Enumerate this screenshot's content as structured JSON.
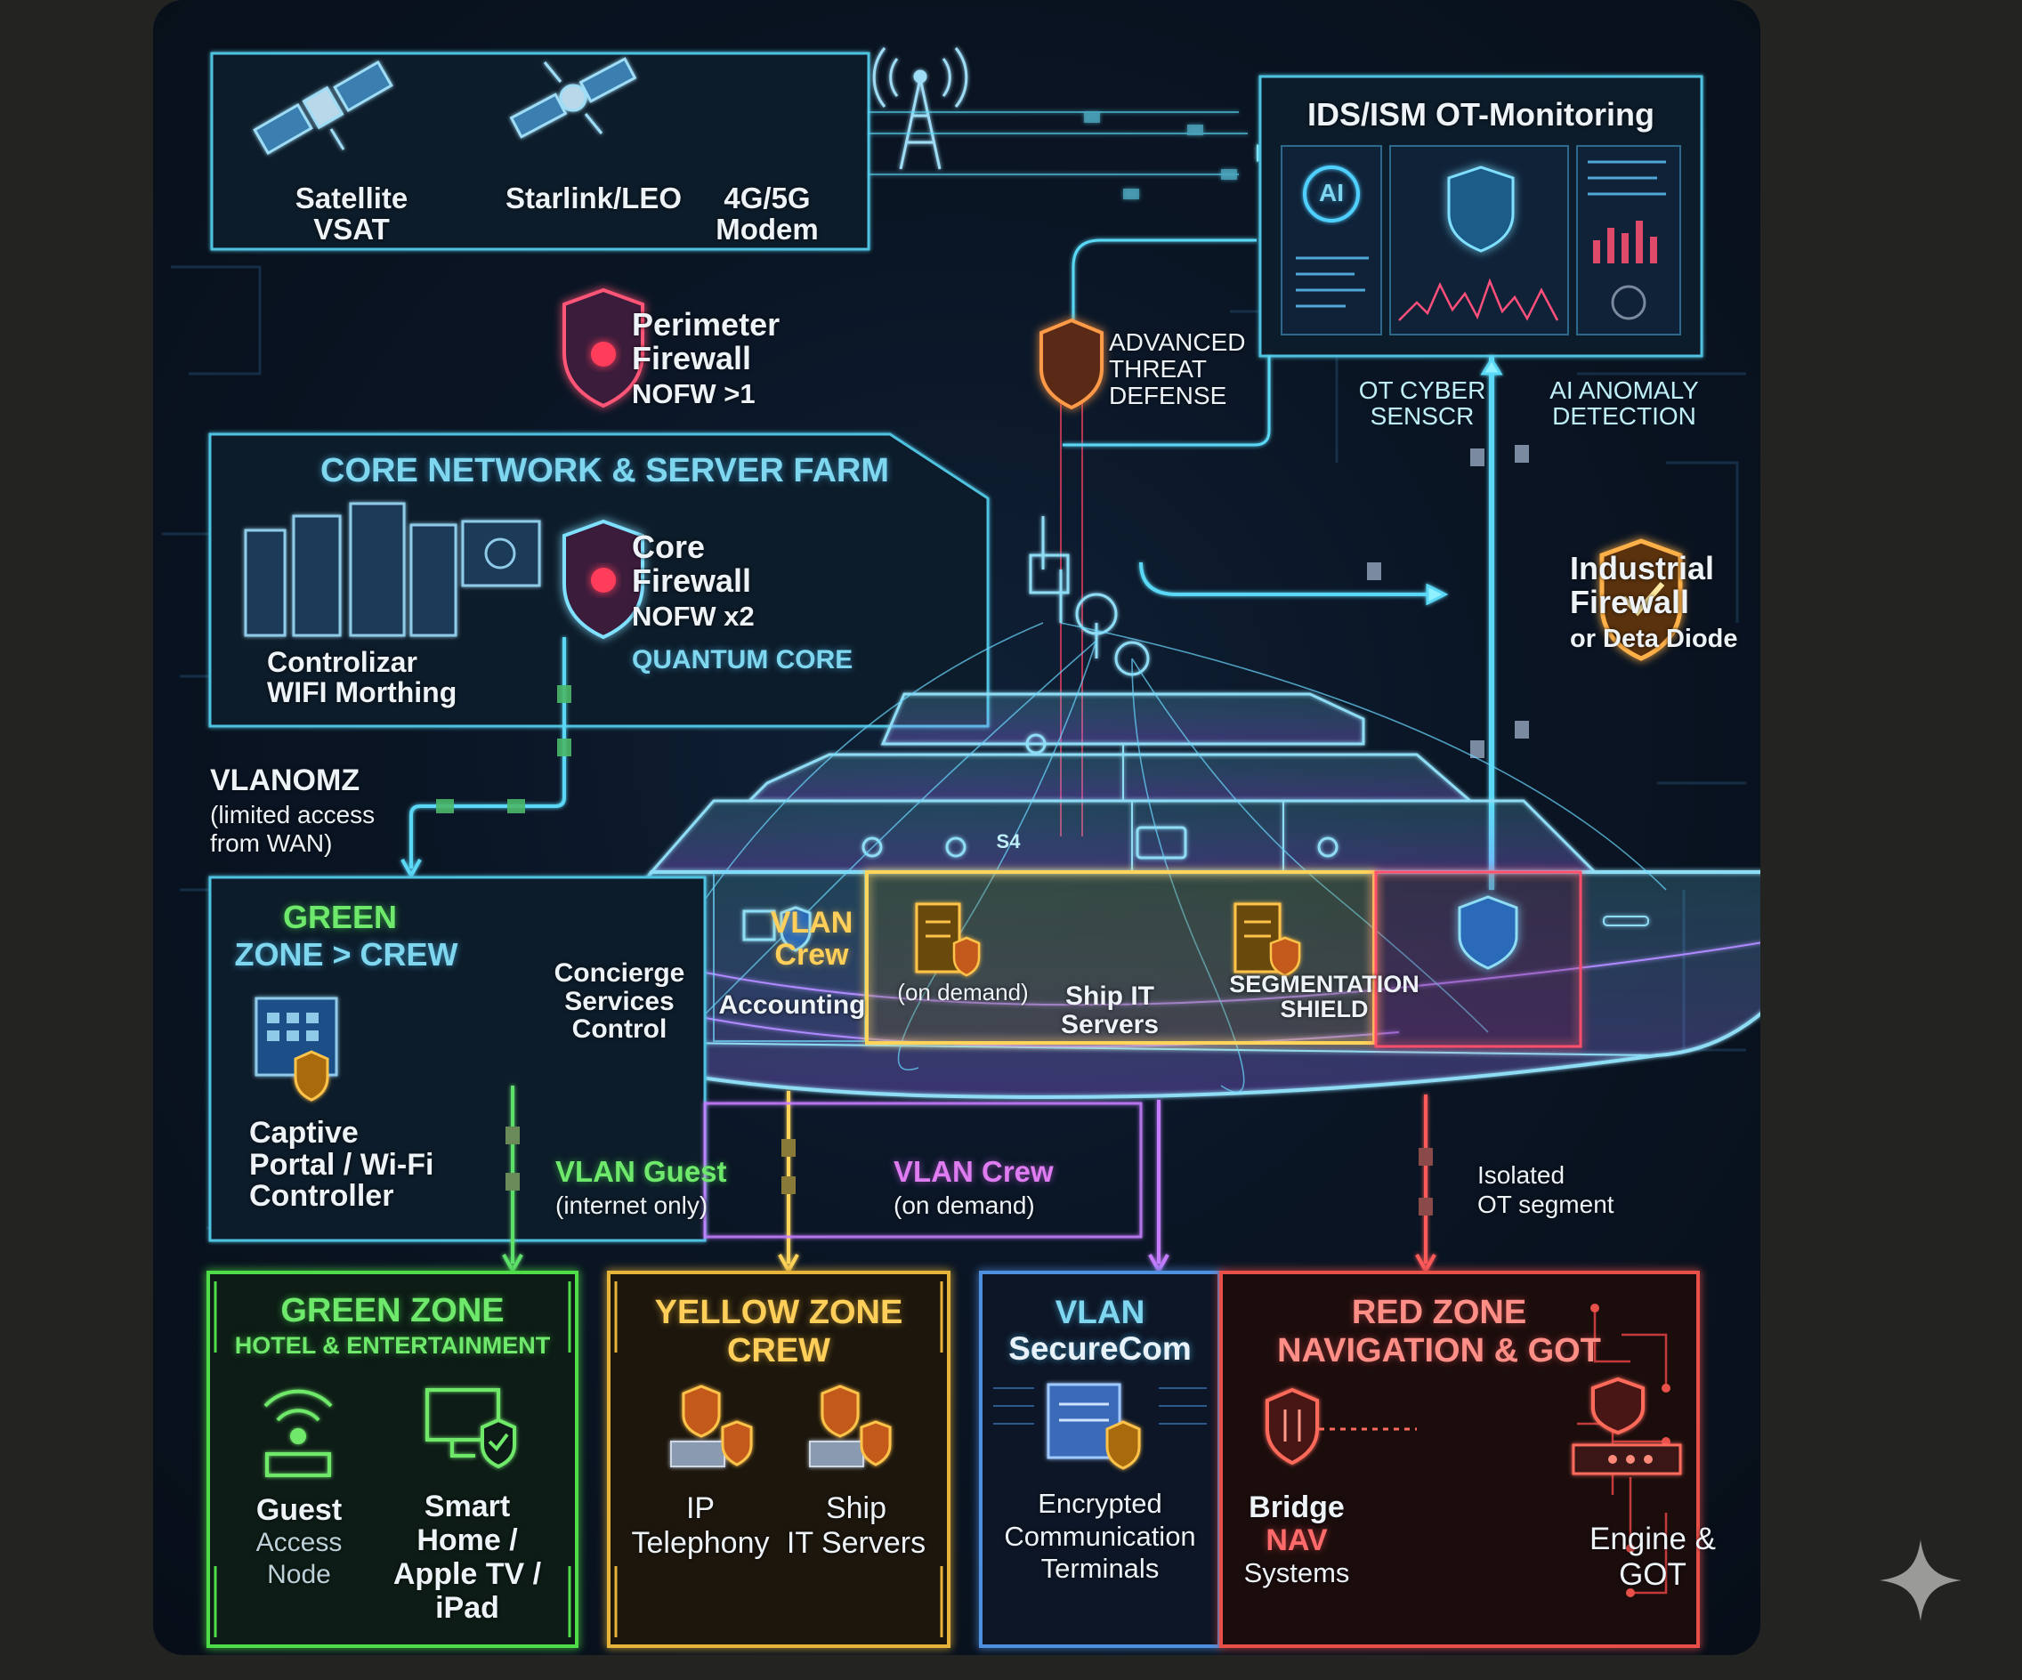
{
  "uplinks": {
    "satellite": [
      "Satellite",
      "VSAT"
    ],
    "starlink": "Starlink/LEO",
    "modem": [
      "4G/5G",
      "Modem"
    ]
  },
  "perimeter_firewall": [
    "Perimeter",
    "Firewall",
    "NOFW >1"
  ],
  "advanced_threat_defense": [
    "ADVANCED",
    "THREAT",
    "DEFENSE"
  ],
  "monitoring": {
    "title": "IDS/ISM OT-Monitoring",
    "ai_badge": "AI",
    "sensor": [
      "OT CYBER",
      "SENSCR"
    ],
    "anomaly": [
      "AI ANOMALY",
      "DETECTION"
    ]
  },
  "core": {
    "title": "CORE NETWORK & SERVER FARM",
    "firewall": [
      "Core",
      "Firewall",
      "NOFW x2"
    ],
    "quantum": "QUANTUM CORE",
    "controller": [
      "Controlizar",
      "WIFI Morthing"
    ]
  },
  "industrial_firewall": [
    "Industrial",
    "Firewall",
    "or Deta Diode"
  ],
  "vlan_dmz": [
    "VLANOMZ",
    "(limited access",
    "from WAN)"
  ],
  "green_crew": {
    "title": [
      "GREEN",
      "ZONE > CREW"
    ],
    "captive": [
      "Captive",
      "Portal / Wi-Fi",
      "Controller"
    ]
  },
  "ship": {
    "concierge": [
      "Concierge",
      "Services",
      "Control"
    ],
    "accounting": "Accounting",
    "vlan_crew": [
      "VLAN",
      "Crew",
      "(on demand)"
    ],
    "ship_it": [
      "Ship IT",
      "Servers"
    ],
    "segmentation": [
      "SEGMENTATION",
      "SHIELD"
    ],
    "badge": "S4"
  },
  "vlan_guest": [
    "VLAN Guest",
    "(internet only)"
  ],
  "vlan_crew_lower": [
    "VLAN Crew",
    "(on demand)"
  ],
  "isolated": [
    "Isolated",
    "OT segment"
  ],
  "zones": {
    "green": {
      "title": "GREEN ZONE",
      "subtitle": "HOTEL & ENTERTAINMENT",
      "guest": [
        "Guest",
        "Access",
        "Node"
      ],
      "smart": [
        "Smart",
        "Home /",
        "Apple TV /",
        "iPad"
      ],
      "color": "#4fdc4a"
    },
    "yellow": {
      "title": [
        "YELLOW ZONE",
        "CREW"
      ],
      "ip": [
        "IP",
        "Telephony"
      ],
      "ship_it": [
        "Ship",
        "IT Servers"
      ],
      "color": "#e7b43a"
    },
    "blue": {
      "title": [
        "VLAN",
        "SecureCom"
      ],
      "terminals": [
        "Encrypted",
        "Communication",
        "Terminals"
      ],
      "color": "#4f8fe0"
    },
    "red": {
      "title": [
        "RED ZONE",
        "NAVIGATION & GOT"
      ],
      "bridge": [
        "Bridge",
        "NAV",
        "Systems"
      ],
      "engine": [
        "Engine &",
        "GOT"
      ],
      "color": "#e8504a"
    }
  }
}
